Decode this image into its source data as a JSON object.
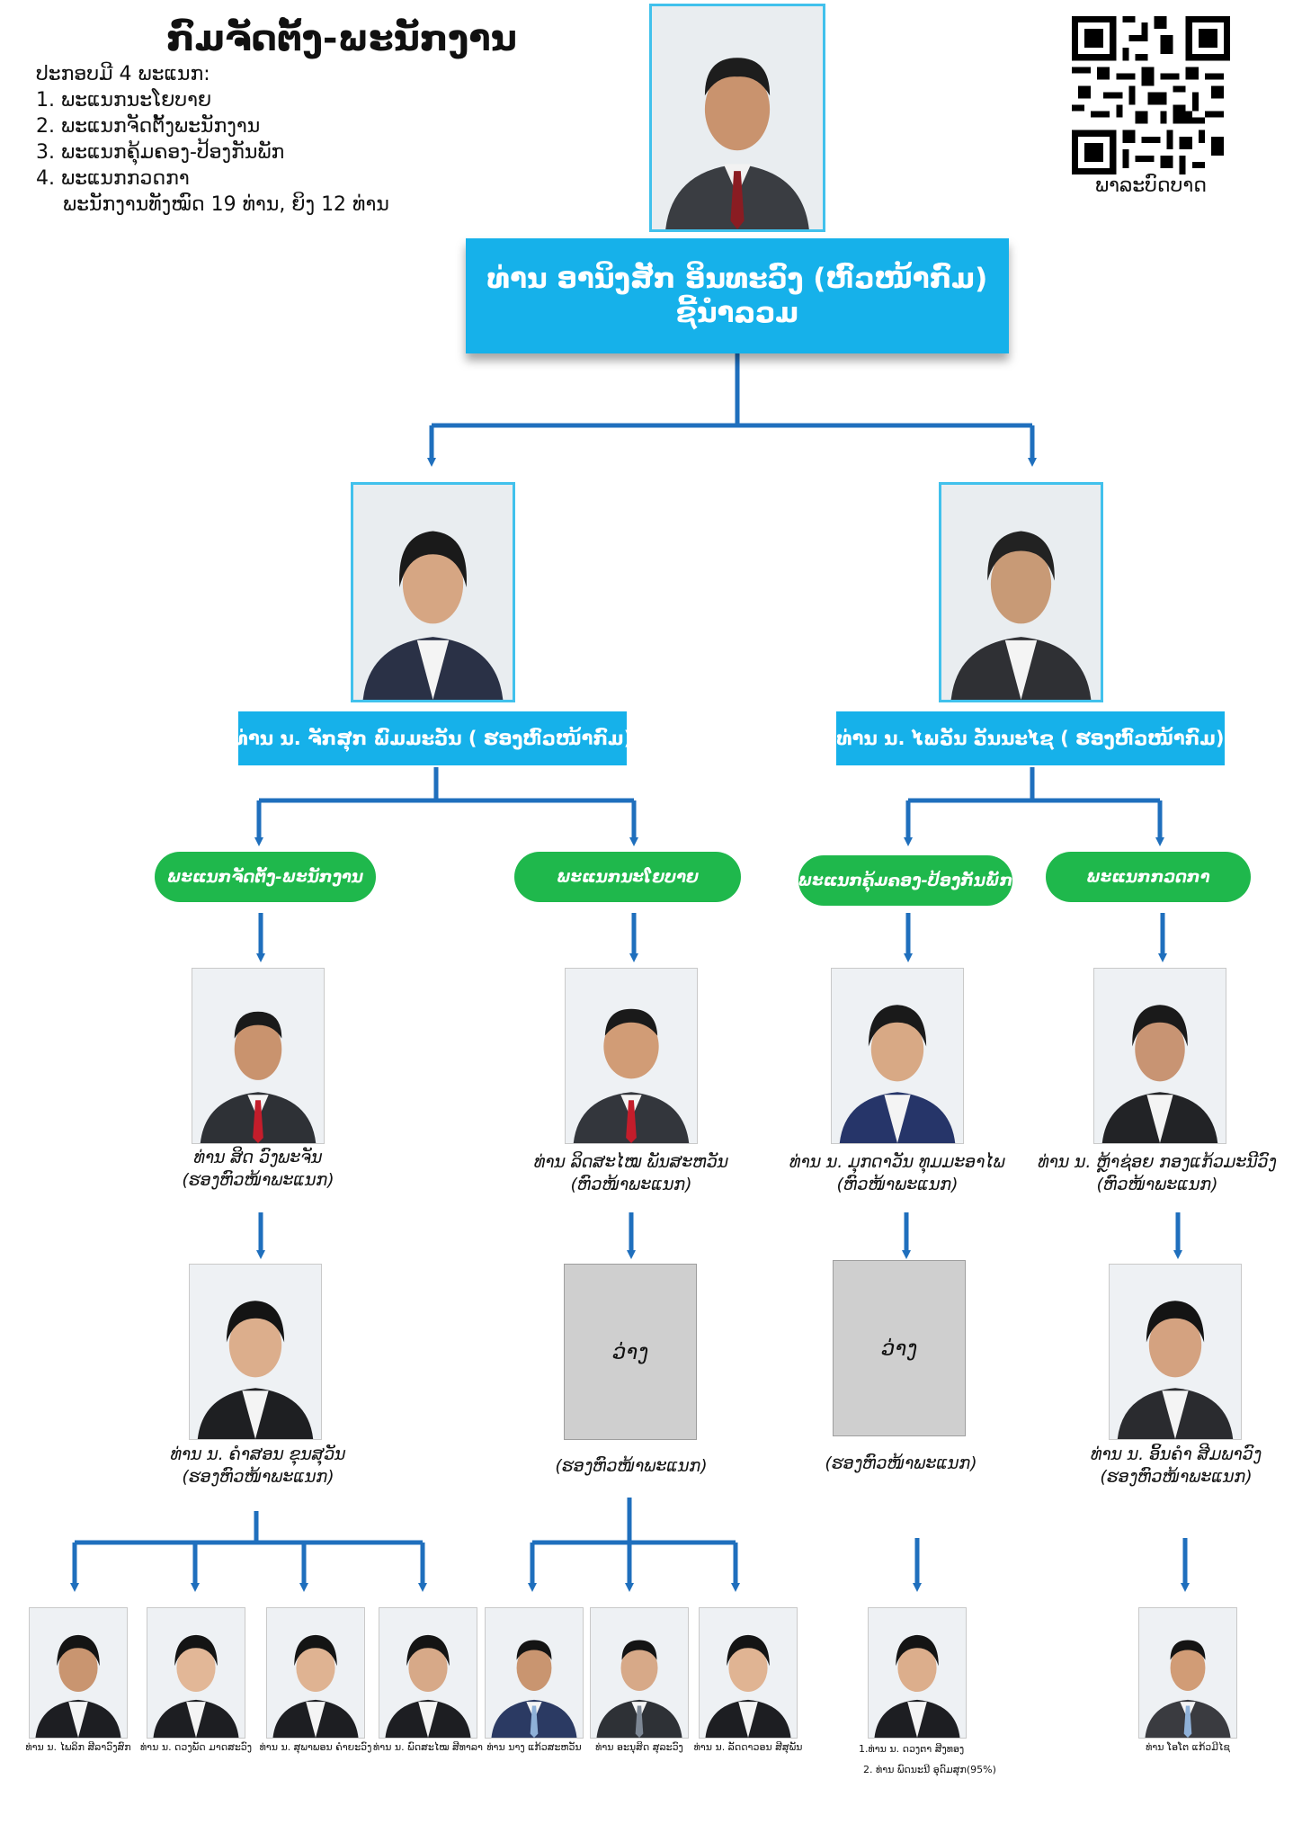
{
  "header": {
    "title": "ກົມຈັດຕັ້ງ-ພະນັກງານ",
    "intro": "ປະກອບມີ 4 ພະແນກ:",
    "departments": [
      "1. ພະແນກນະໂຍບາຍ",
      "2. ພະແນກຈັດຕັ້ງພະນັກງານ",
      "3. ພະແນກຄຸ້ມຄອງ-ປ້ອງກັນພັກ",
      "4. ພະແນກກວດກາ"
    ],
    "staff_summary": "ພະນັກງານທັງໝົດ 19 ທ່ານ, ຍິງ 12 ທ່ານ"
  },
  "qr": {
    "label": "ພາລະບົດບາດ"
  },
  "chief": {
    "line1": "ທ່ານ ອານິງສັກ ອິນທະວົງ (ຫົວໜ້າກົມ)",
    "line2": "ຊີ້ນຳລວມ"
  },
  "deputies": [
    {
      "label": "ທ່ານ ນ. ຈັກສຸກ ພົມມະວັນ ( ຮອງຫົວໜ້າກົມ)"
    },
    {
      "label": "ທ່ານ ນ. ໄພວັນ ວັນນະໄຊ ( ຮອງຫົວໜ້າກົມ)"
    }
  ],
  "units": [
    {
      "label": "ພະແນກຈັດຕັ້ງ-ພະນັກງານ"
    },
    {
      "label": "ພະແນກນະໂຍບາຍ"
    },
    {
      "label": "ພະແນກຄຸ້ມຄອງ-ປ້ອງກັນພັກ"
    },
    {
      "label": "ພະແນກກວດກາ"
    }
  ],
  "level1": [
    {
      "name": "ທ່ານ ສິດ ວົງພະຈັນ",
      "role": "(ຮອງຫົວໜ້າພະແນກ)"
    },
    {
      "name": "ທ່ານ ລິດສະໄໝ ພັນສະຫວັນ",
      "role": "(ຫົວໜ້າພະແນກ)"
    },
    {
      "name": "ທ່ານ ນ. ມຸກດາວັນ ທຸມມະອາໄພ",
      "role": "(ຫົວໜ້າພະແນກ)"
    },
    {
      "name": "ທ່ານ ນ. ຫຼ້າຊ່ອຍ ກອງແກ້ວມະນີວົງ",
      "role": "(ຫົວໜ້າພະແນກ)"
    }
  ],
  "level2": [
    {
      "name": "ທ່ານ ນ. ຄຳສອນ ຂຸນສຸວັນ",
      "role": "(ຮອງຫົວໜ້າພະແນກ)"
    },
    {
      "vacant": "ວ່າງ",
      "role": "(ຮອງຫົວໜ້າພະແນກ)"
    },
    {
      "vacant": "ວ່າງ",
      "role": "(ຮອງຫົວໜ້າພະແນກ)"
    },
    {
      "name": "ທ່ານ ນ. ອິ້ນຄຳ ສີມພາວົງ",
      "role": "(ຮອງຫົວໜ້າພະແນກ)"
    }
  ],
  "staff": [
    {
      "name": "ທ່ານ ນ. ໄພລິກ ສີລາວົງສົກ"
    },
    {
      "name": "ທ່ານ ນ. ດວງພັດ ມາດສະວົງ"
    },
    {
      "name": "ທ່ານ ນ. ສຸພາພອນ ຄຳຍະວົງ"
    },
    {
      "name": "ທ່ານ ນ. ພົດສະໄໝ ສີທາລາ"
    },
    {
      "name": "ທ່ານ ນາງ ແກ້ວສະຫວັນ"
    },
    {
      "name": "ທ່ານ ອະນຸສິດ ສຸລະວົງ"
    },
    {
      "name": "ທ່ານ ນ. ລັດດາວອນ ສີສຸພັນ"
    },
    {
      "name": "ທ່ານ ໂອໂຕ ແກ້ວມີໄຊ"
    }
  ],
  "party_staff": {
    "line1": "1.ທ່ານ ນ. ດວງຕາ ສີງທອງ",
    "line2": "2. ທ່ານ ພົດນະນີ ອຸດົມສຸກ(95%)"
  },
  "colors": {
    "blue_box": "#16b1ea",
    "green_pill": "#1fb84c",
    "connector": "#1f6fbd",
    "frame": "#41c1ec"
  }
}
